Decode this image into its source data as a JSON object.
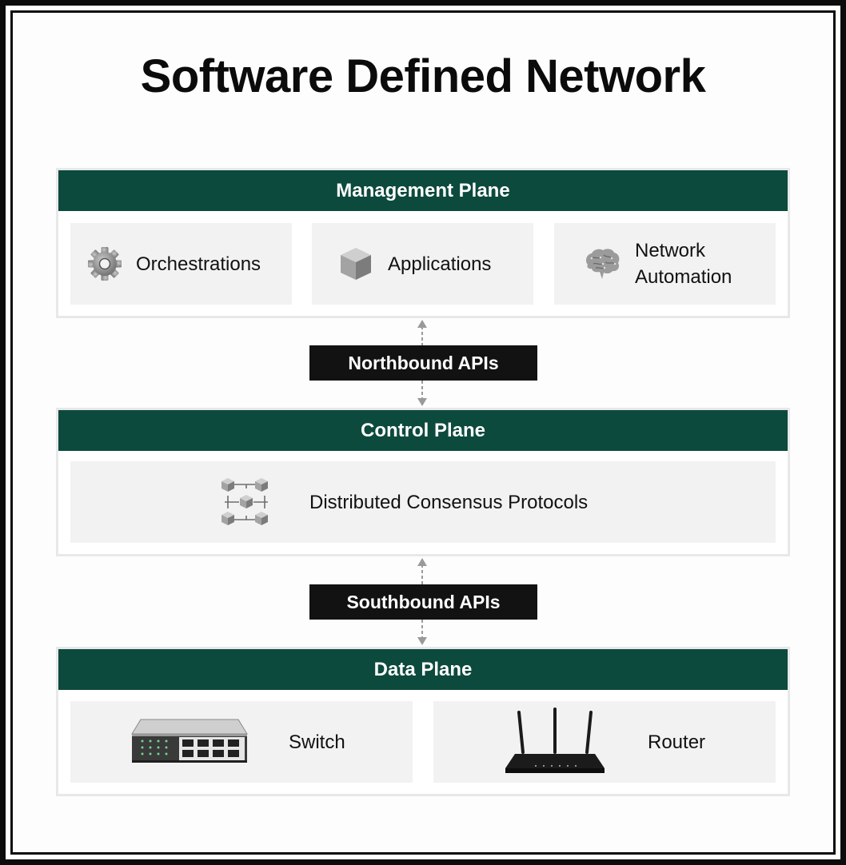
{
  "title": "Software Defined Network",
  "management_plane": {
    "header": "Management Plane",
    "items": [
      {
        "label": "Orchestrations",
        "icon": "gear-icon"
      },
      {
        "label": "Applications",
        "icon": "cube-icon"
      },
      {
        "label": "Network Automation",
        "label_line1": "Network",
        "label_line2": "Automation",
        "icon": "brain-icon"
      }
    ]
  },
  "northbound": {
    "label": "Northbound APIs"
  },
  "control_plane": {
    "header": "Control Plane",
    "items": [
      {
        "label": "Distributed Consensus Protocols",
        "icon": "cube-network-icon"
      }
    ]
  },
  "southbound": {
    "label": "Southbound APIs"
  },
  "data_plane": {
    "header": "Data Plane",
    "items": [
      {
        "label": "Switch",
        "icon": "switch-icon"
      },
      {
        "label": "Router",
        "icon": "router-icon"
      }
    ]
  },
  "colors": {
    "header_green": "#0c4a3d",
    "api_box": "#121212",
    "card_bg": "#f2f2f2",
    "connector": "#9a9a9a"
  }
}
